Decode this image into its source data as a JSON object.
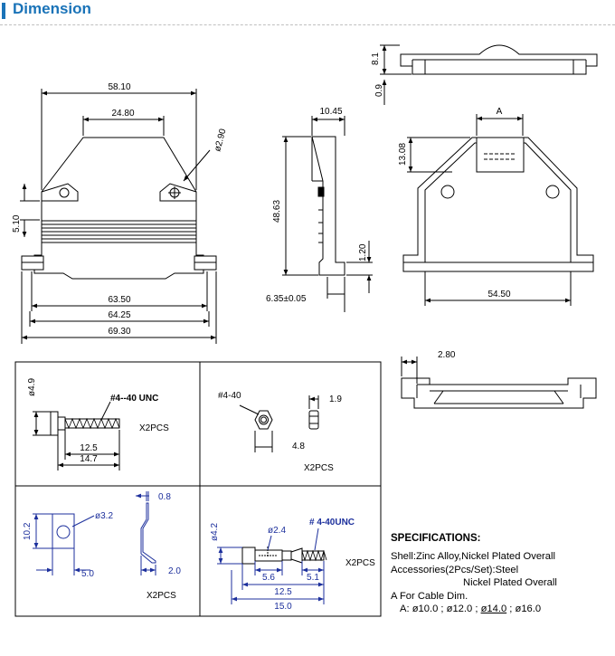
{
  "header": {
    "title": "Dimension"
  },
  "front_view": {
    "overall_top": "58.10",
    "inner_top": "24.80",
    "hole": "ø2.90",
    "height_left": "5.10",
    "w1": "63.50",
    "w2": "64.25",
    "w3": "69.30"
  },
  "side_view": {
    "top": "10.45",
    "height": "48.63",
    "step": "1.20",
    "bottom": "6.35±0.05"
  },
  "top_view": {
    "h1": "8.1",
    "h2": "0.9"
  },
  "back_view": {
    "a_label": "A",
    "height": "13.08",
    "width": "54.50"
  },
  "bottom_view": {
    "dim": "2.80"
  },
  "box_screw": {
    "dia": "ø4.9",
    "thread": "#4--40 UNC",
    "qty": "X2PCS",
    "l1": "12.5",
    "l2": "14.7"
  },
  "box_nut": {
    "thread": "#4-40",
    "thick": "1.9",
    "width": "4.8",
    "qty": "X2PCS"
  },
  "box_clamp": {
    "hole": "ø3.2",
    "height": "10.2",
    "width": "5.0"
  },
  "box_clip": {
    "thick": "0.8",
    "depth": "2.0",
    "qty": "X2PCS"
  },
  "box_jackscrew": {
    "dia": "ø4.2",
    "hole": "ø2.4",
    "thread": "# 4-40UNC",
    "qty": "X2PCS",
    "l1": "5.6",
    "l2": "5.1",
    "l3": "12.5",
    "l4": "15.0"
  },
  "specifications": {
    "title": "SPECIFICATIONS:",
    "shell": "Shell:Zinc Alloy,Nickel Plated Overall",
    "accessories": "Accessories(2Pcs/Set):Steel",
    "accessories2": "Nickel Plated Overall",
    "cable": "A For Cable Dim.",
    "sizes_prefix": "A:",
    "sizes": [
      "ø10.0",
      "ø12.0",
      "ø14.0",
      "ø16.0"
    ]
  }
}
